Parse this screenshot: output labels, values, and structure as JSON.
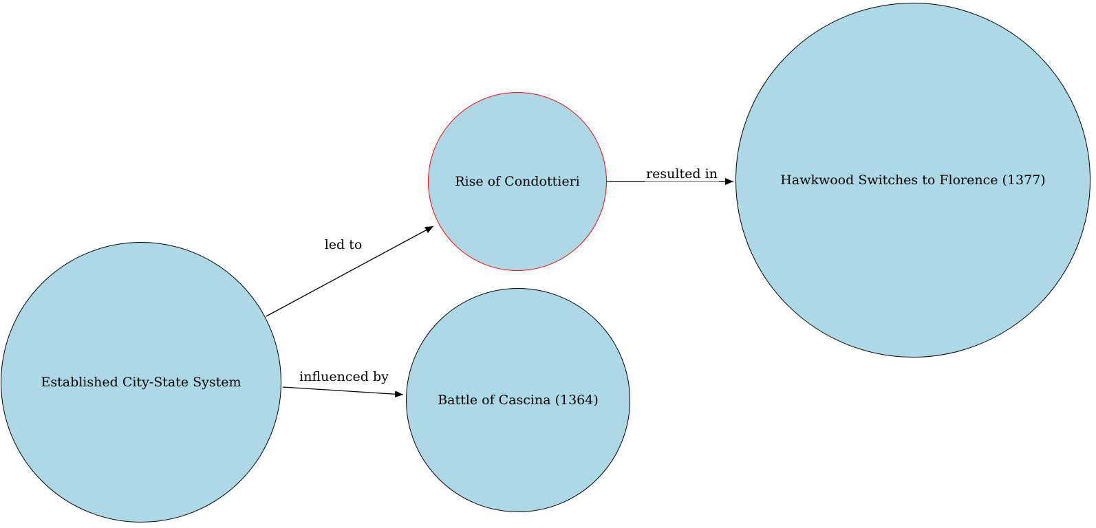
{
  "diagram": {
    "type": "directed-graph",
    "background_color": "#ffffff",
    "node_fill_color": "#add8e6",
    "default_node_border_color": "#000000",
    "highlight_node_border_color": "#ff0000",
    "edge_color": "#000000",
    "nodes": [
      {
        "id": "established",
        "label": "Established City-State System",
        "fill": "#add8e6",
        "stroke": "#000000",
        "shape": "circle"
      },
      {
        "id": "rise",
        "label": "Rise of Condottieri",
        "fill": "#add8e6",
        "stroke": "#ff0000",
        "shape": "circle"
      },
      {
        "id": "battle",
        "label": "Battle of Cascina (1364)",
        "fill": "#add8e6",
        "stroke": "#000000",
        "shape": "circle"
      },
      {
        "id": "hawkwood",
        "label": "Hawkwood Switches to Florence (1377)",
        "fill": "#add8e6",
        "stroke": "#000000",
        "shape": "circle"
      }
    ],
    "edges": [
      {
        "from": "Established City-State System",
        "to": "Rise of Condottieri",
        "label": "led to"
      },
      {
        "from": "Established City-State System",
        "to": "Battle of Cascina (1364)",
        "label": "influenced by"
      },
      {
        "from": "Rise of Condottieri",
        "to": "Hawkwood Switches to Florence (1377)",
        "label": "resulted in"
      }
    ]
  }
}
